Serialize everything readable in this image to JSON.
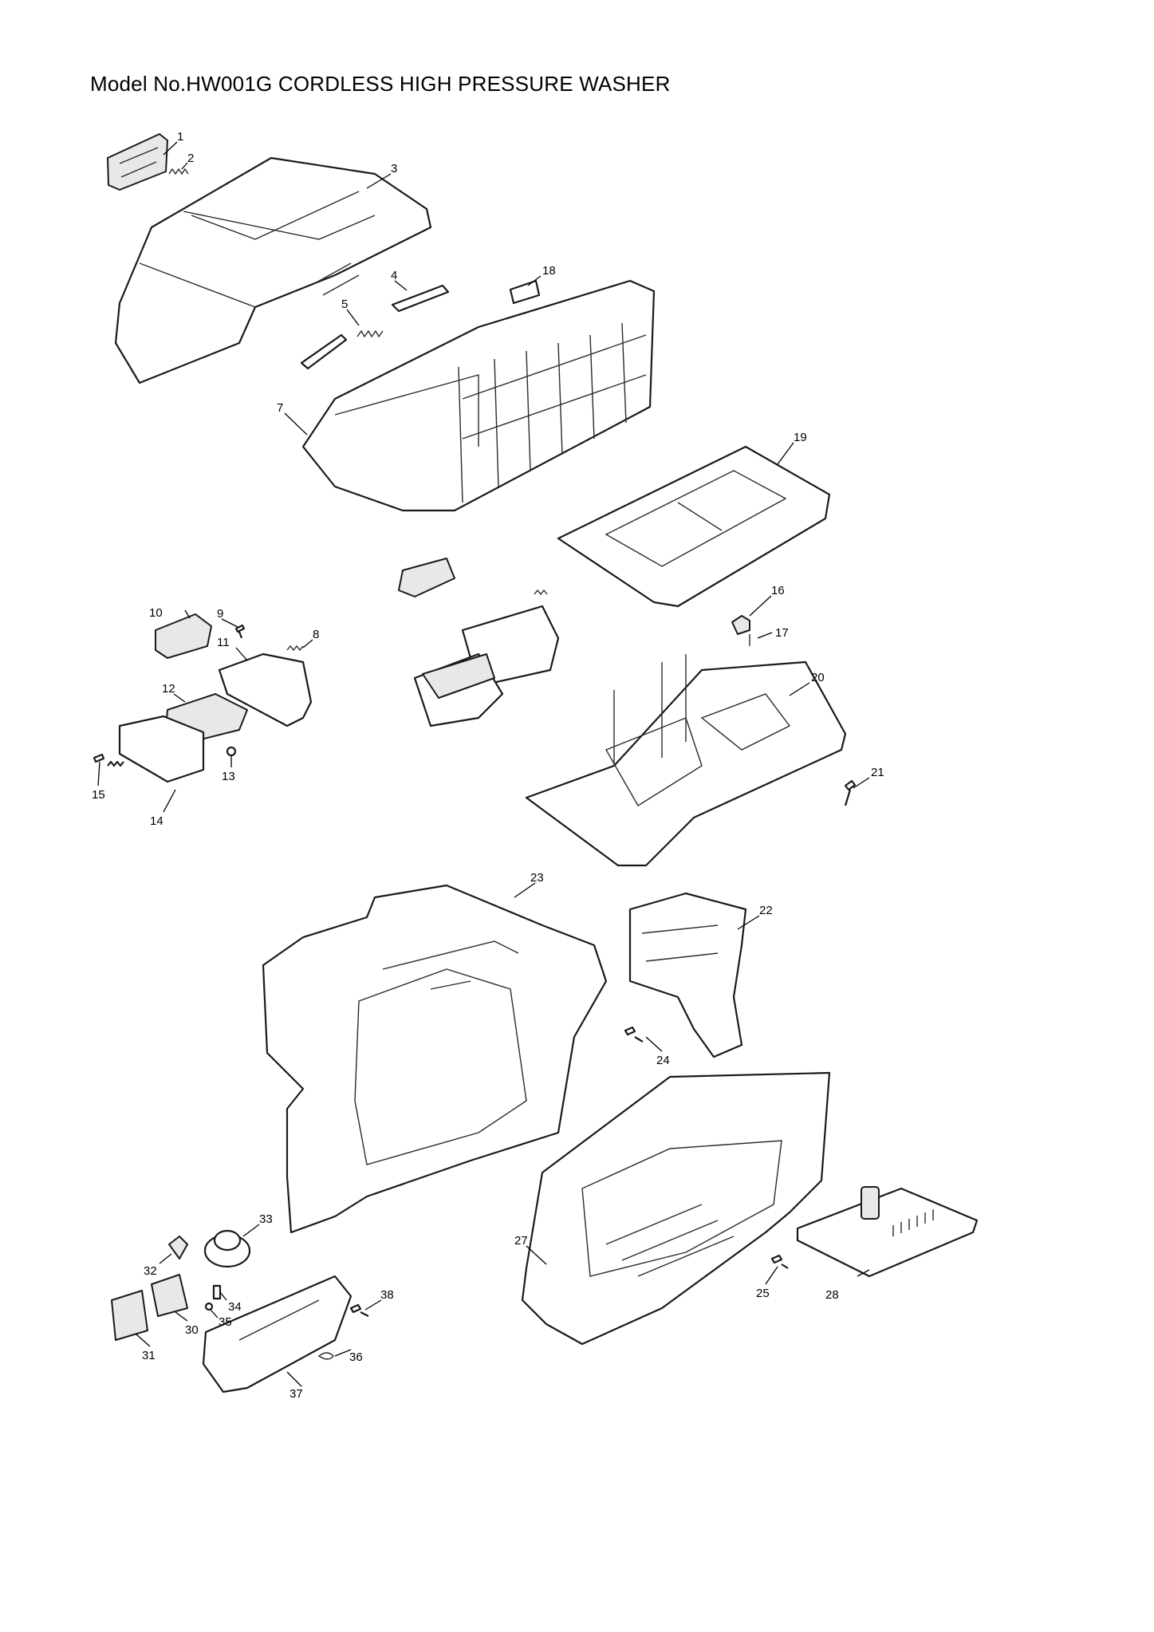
{
  "title": "Model No.HW001G CORDLESS HIGH PRESSURE WASHER",
  "callouts": [
    "1",
    "2",
    "3",
    "4",
    "5",
    "7",
    "8",
    "9",
    "10",
    "11",
    "12",
    "13",
    "14",
    "15",
    "16",
    "17",
    "18",
    "19",
    "20",
    "21",
    "22",
    "23",
    "24",
    "25",
    "27",
    "28",
    "30",
    "31",
    "32",
    "33",
    "34",
    "35",
    "36",
    "37",
    "38"
  ]
}
